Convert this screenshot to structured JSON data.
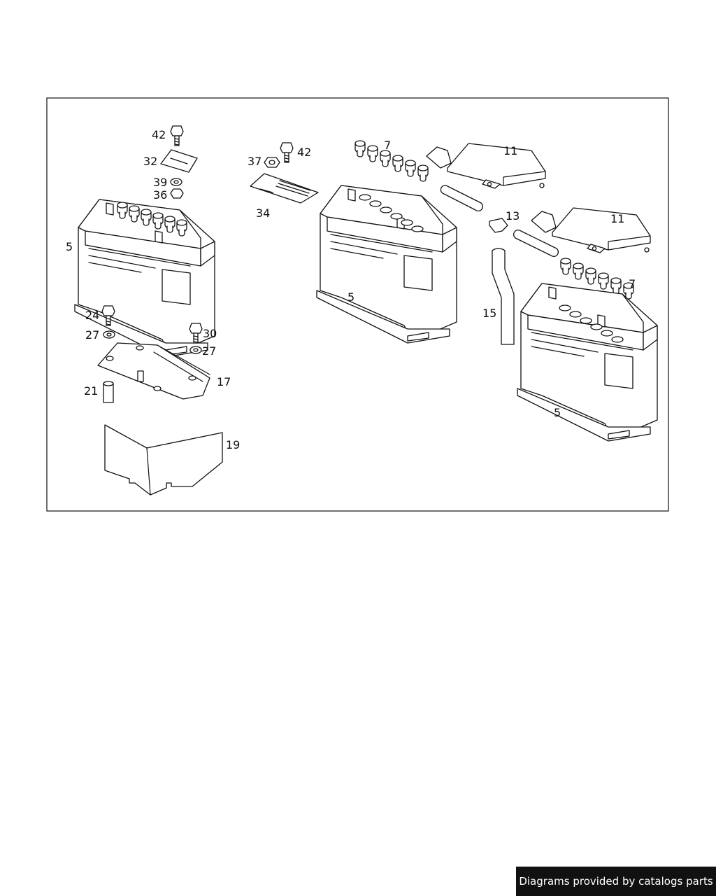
{
  "diagram": {
    "callouts": {
      "c42a": "42",
      "c32": "32",
      "c39": "39",
      "c36": "36",
      "c5a": "5",
      "c24": "24",
      "c27a": "27",
      "c30": "30",
      "c27b": "27",
      "c17": "17",
      "c21": "21",
      "c19": "19",
      "c37": "37",
      "c42b": "42",
      "c34": "34",
      "c7a": "7",
      "c11a": "11",
      "c5b": "5",
      "c13": "13",
      "c11b": "11",
      "c7b": "7",
      "c15": "15",
      "c5c": "5"
    }
  },
  "footer": {
    "text": "Diagrams provided by catalogs parts"
  }
}
